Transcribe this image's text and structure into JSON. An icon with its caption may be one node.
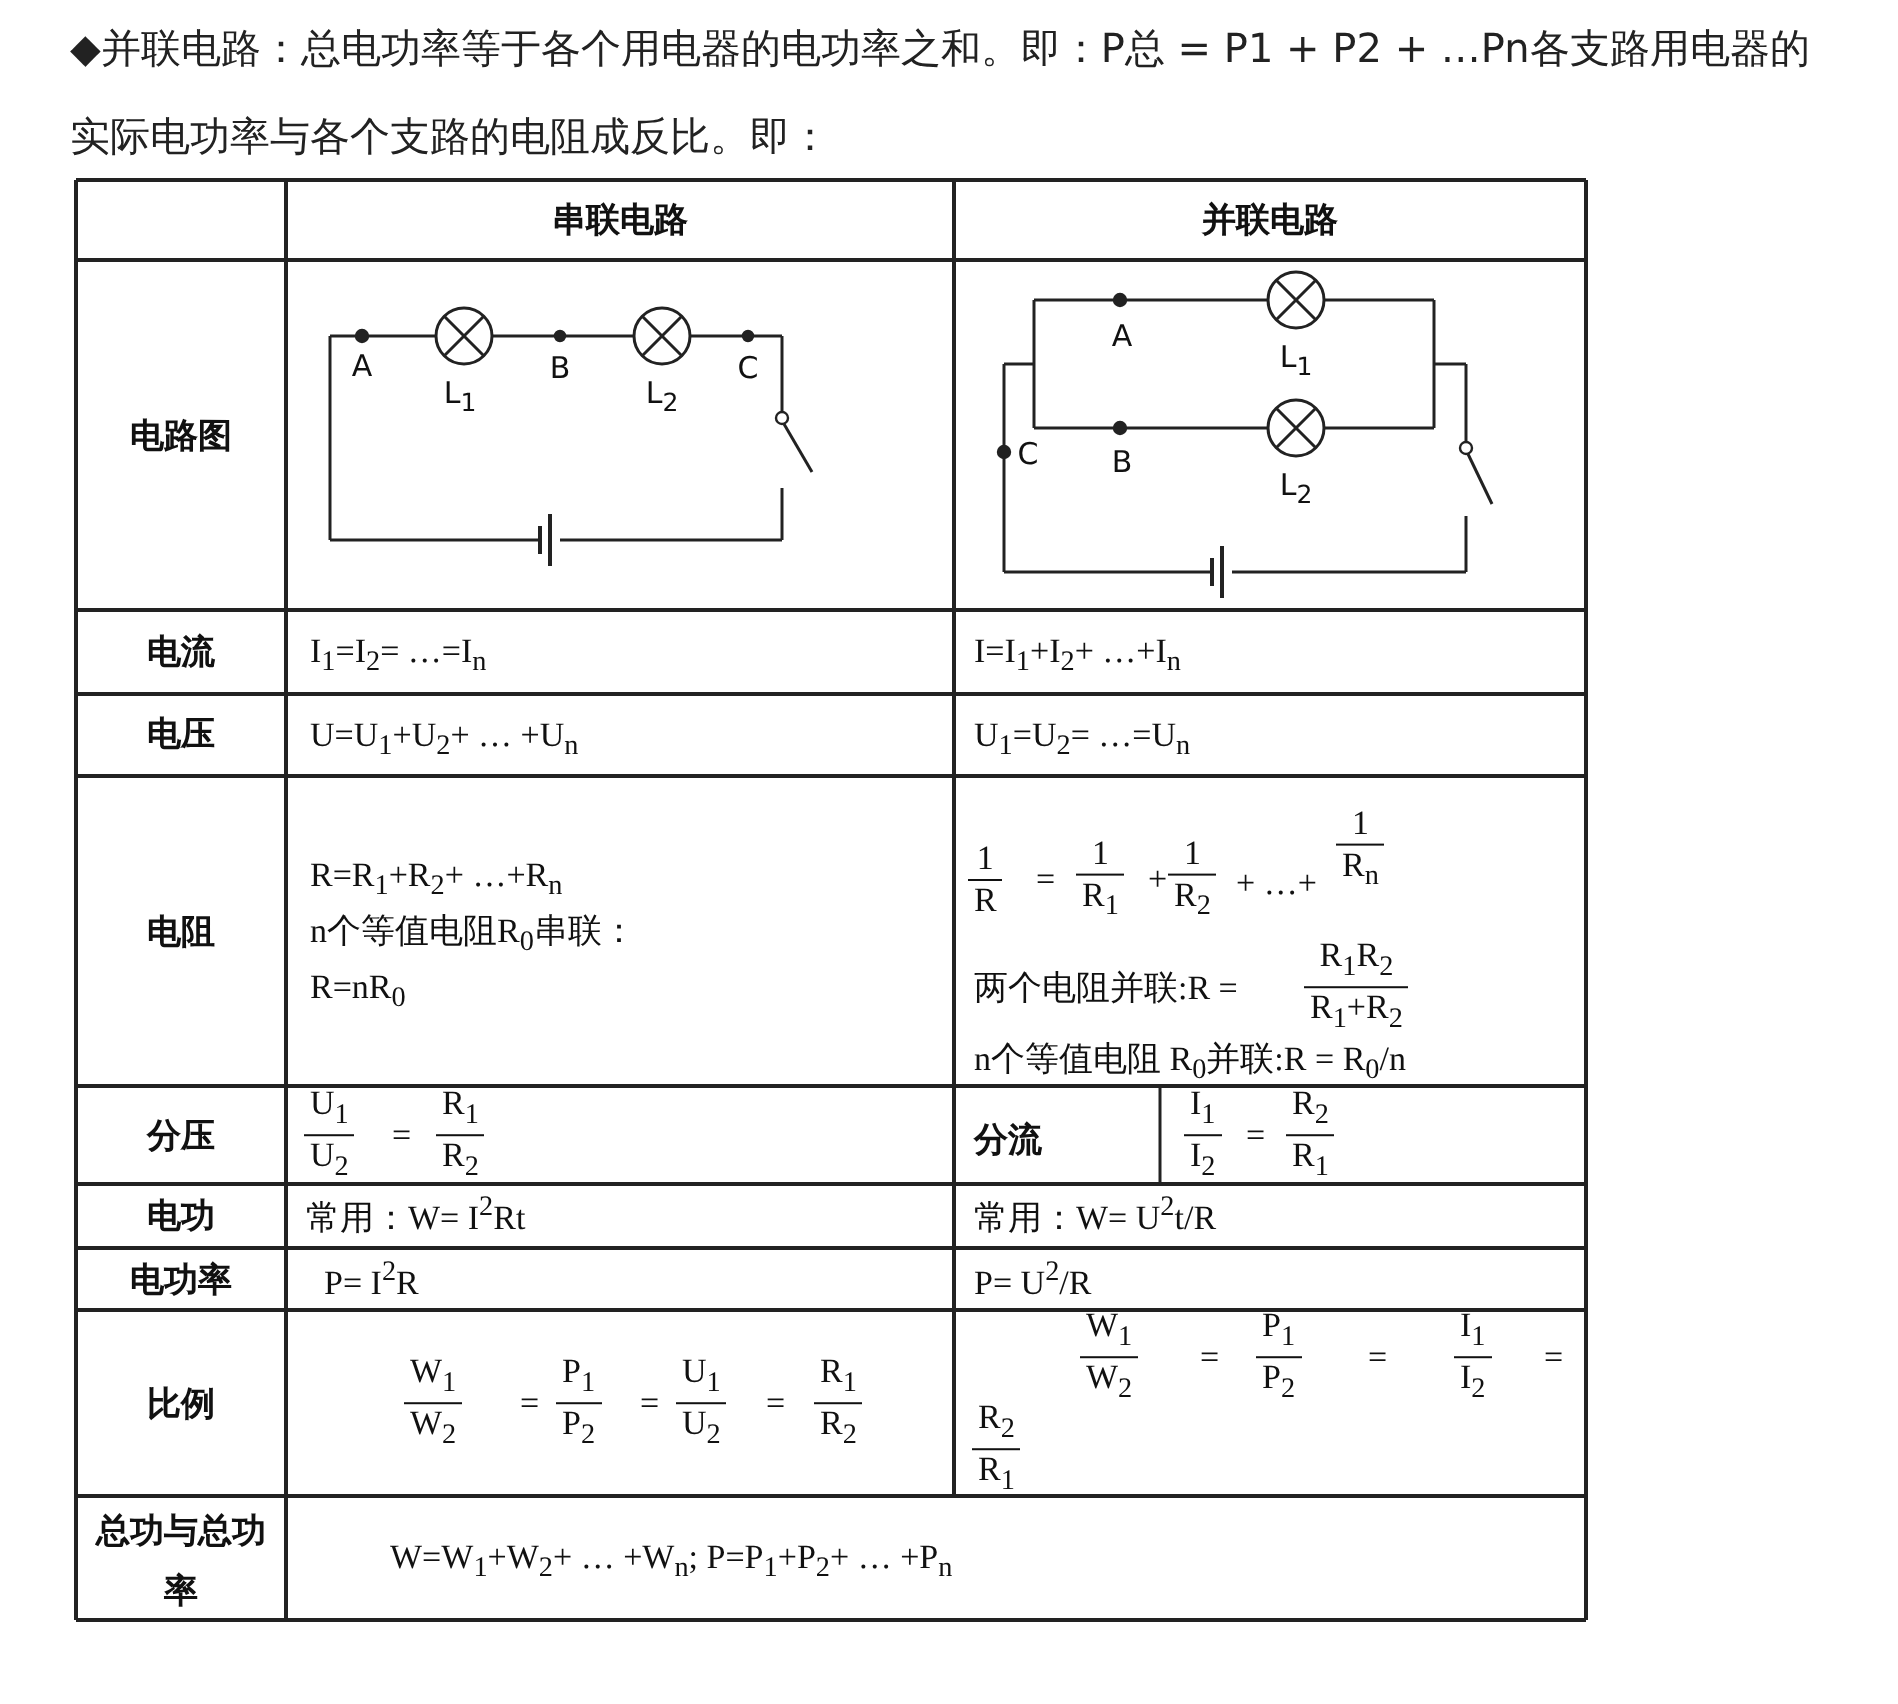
{
  "diagram": {
    "labels": [
      "◆并联电路：总电功率等于各个用电器的电功率之和。即：P总 = P1 + P2 + …Pn各支路用电器的实际电功率与各个支路的电阻成反比。即：",
      "串联电路",
      "并联电路",
      "电路图",
      "A",
      "L$_{1}$",
      "B",
      "L$_{2}$",
      "C",
      "A",
      "L$_{1}$",
      "C",
      "B",
      "L$_{2}$",
      "电流",
      "I$_{1}$=I$_{2}$= …=I$_{n}$",
      "I=I$_{1}$+I$_{2}$+ …+I$_{n}$",
      "电压",
      "U=U$_{1}$+U$_{2}$+ … +U$_{n}$",
      "U$_{1}$=U$_{2}$= …=U$_{n}$",
      "电阻",
      "R=R$_{1}$+R$_{2}$+ …+R$_{n}$",
      "n个等值电阻R$_{0}$串联：",
      "R=nR$_{0}$",
      "1",
      "R",
      "=",
      "1",
      "R$_{1}$",
      "+",
      "1",
      "R$_{2}$",
      "+ …+",
      "1",
      "R$_{n}$",
      "两个电阻并联:R =",
      "R$_{1}$R$_{2}$",
      "R$_{1}$+R$_{2}$",
      "n个等值电阻 R$_{0}$并联:R = R$_{0}$/n",
      "分压",
      "U$_{1}$",
      "U$_{2}$",
      "=",
      "R$_{1}$",
      "R$_{2}$",
      "分流",
      "I$_{1}$",
      "I$_{2}$",
      "=",
      "R$_{2}$",
      "R$_{1}$",
      "电功",
      "常用：W= I$^{2}$Rt",
      "常用：W= U$^{2}$t/R",
      "电功率",
      "P= I$^{2}$R",
      "P= U$^{2}$/R",
      "比例",
      "W$_{1}$",
      "W$_{2}$",
      "=",
      "P$_{1}$",
      "P$_{2}$",
      "=",
      "U$_{1}$",
      "U$_{2}$",
      "=",
      "R$_{1}$",
      "R$_{2}$",
      "W$_{1}$",
      "W$_{2}$",
      "=",
      "P$_{1}$",
      "P$_{2}$",
      "=",
      "I$_{1}$",
      "I$_{2}$",
      "=",
      "R$_{2}$",
      "R$_{1}$",
      "总功与总功率",
      "W=W$_{1}$+W$_{2}$+ … +W$_{n}$; P=P$_{1}$+P$_{2}$+ … +P$_{n}$"
    ]
  }
}
